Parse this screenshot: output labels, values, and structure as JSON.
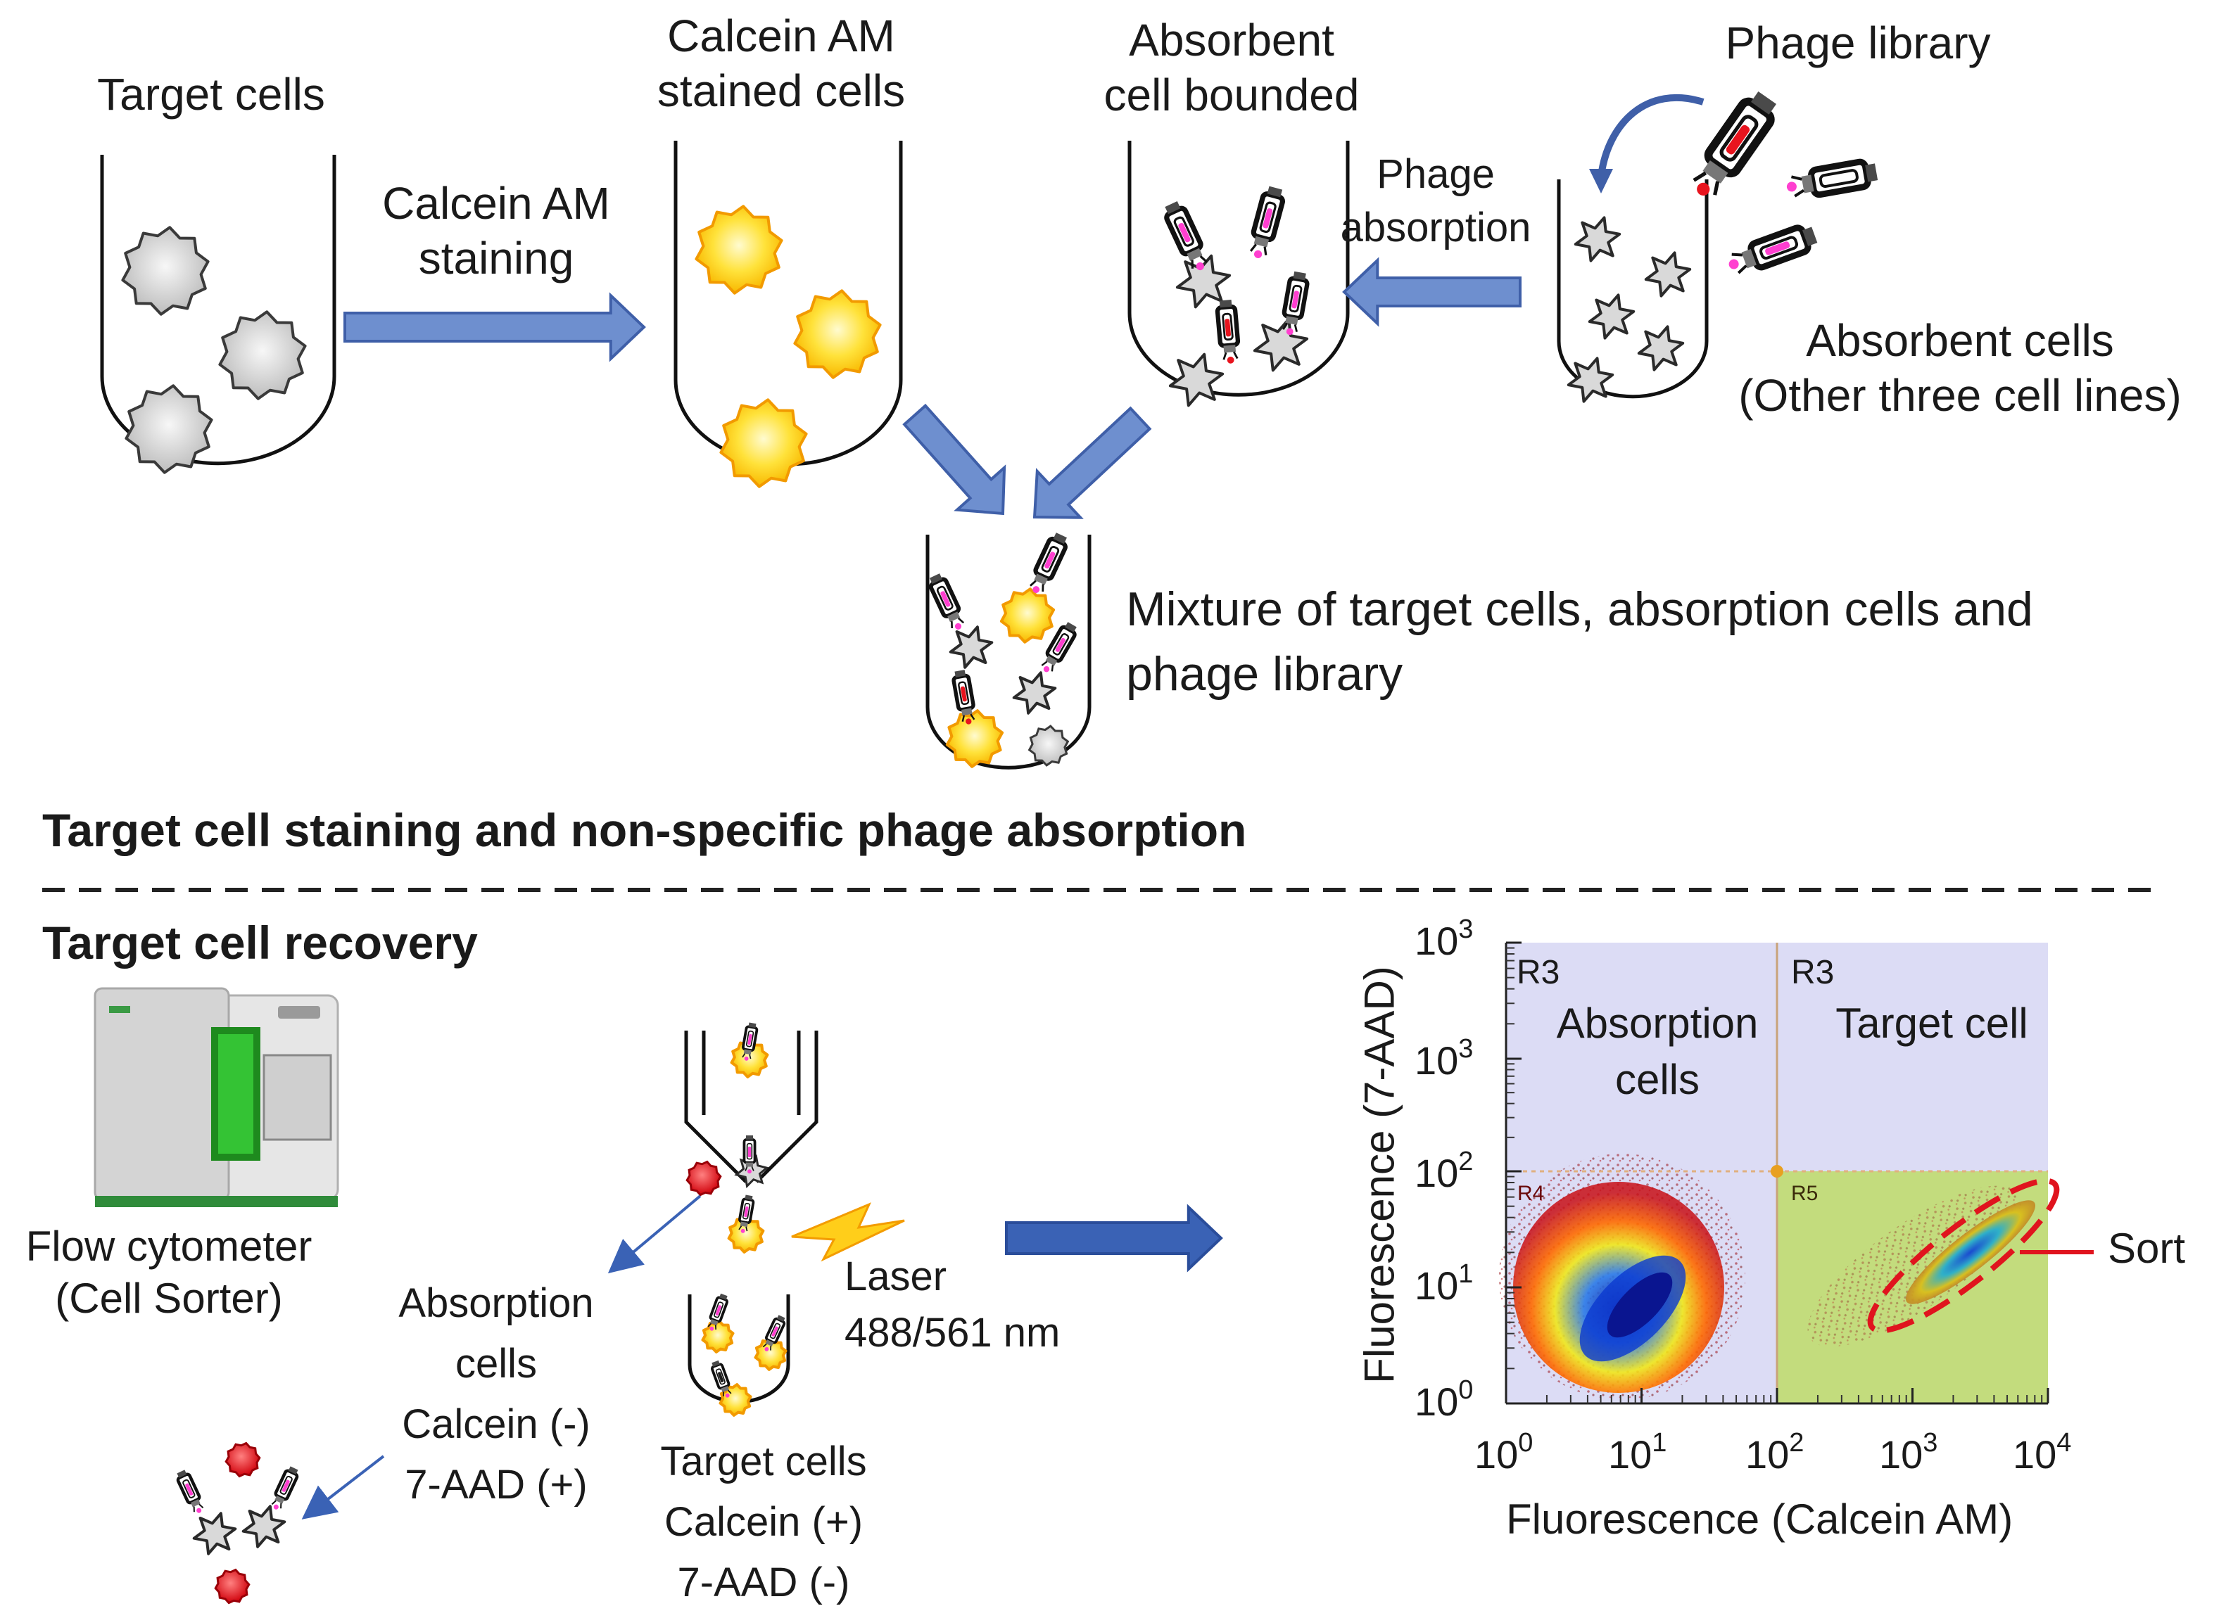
{
  "top": {
    "target_cells": "Target cells",
    "staining_arrow": [
      "Calcein AM",
      "staining"
    ],
    "stained_cells": [
      "Calcein AM",
      "stained cells"
    ],
    "absorbent_bound": [
      "Absorbent",
      "cell bounded"
    ],
    "phage_library": "Phage library",
    "phage_absorption": [
      "Phage",
      "absorption"
    ],
    "absorbent_cells": [
      "Absorbent cells",
      "(Other three cell lines)"
    ],
    "mixture": [
      "Mixture of target cells, absorption cells and",
      "phage library"
    ]
  },
  "section_top_title": "Target cell staining and non-specific phage absorption",
  "section_bottom_title": "Target cell recovery",
  "bottom": {
    "flow_cytometer": [
      "Flow cytometer",
      "(Cell Sorter)"
    ],
    "absorption_cells": [
      "Absorption",
      "cells",
      "Calcein (-)",
      "7-AAD (+)"
    ],
    "target_cells": [
      "Target cells",
      "Calcein (+)",
      "7-AAD (-)"
    ],
    "laser": [
      "Laser",
      "488/561 nm"
    ]
  },
  "plot": {
    "xlabel": "Fluorescence (Calcein AM)",
    "ylabel": "Fluorescence (7-AAD)",
    "x_ticks": [
      {
        "base": "10",
        "exp": "0"
      },
      {
        "base": "10",
        "exp": "1"
      },
      {
        "base": "10",
        "exp": "2"
      },
      {
        "base": "10",
        "exp": "3"
      },
      {
        "base": "10",
        "exp": "4"
      }
    ],
    "y_ticks": [
      {
        "base": "10",
        "exp": "0"
      },
      {
        "base": "10",
        "exp": "1"
      },
      {
        "base": "10",
        "exp": "2"
      },
      {
        "base": "10",
        "exp": "3"
      },
      {
        "base": "10",
        "exp": "3"
      }
    ],
    "region_left": {
      "tag": "R3",
      "label": [
        "Absorption",
        "cells"
      ],
      "gate": "R4"
    },
    "region_right": {
      "tag": "R3",
      "label": "Target cell",
      "gate": "R5"
    },
    "sort_label": "Sort"
  },
  "colors": {
    "arrow_fill": "#6e8fcf",
    "arrow_stroke": "#3f5fa8",
    "dark_arrow": "#3a62b5",
    "star_yellow": "#ffd21f",
    "star_orange": "#f29a00",
    "gray_cell": "#d6d6d6",
    "red_cell": "#e8141e",
    "magenta": "#ff3fd0",
    "region_left_bg": "#dcdcf5",
    "region_right_bg": "#c3dc7d",
    "sort_gate": "#e0141e"
  }
}
